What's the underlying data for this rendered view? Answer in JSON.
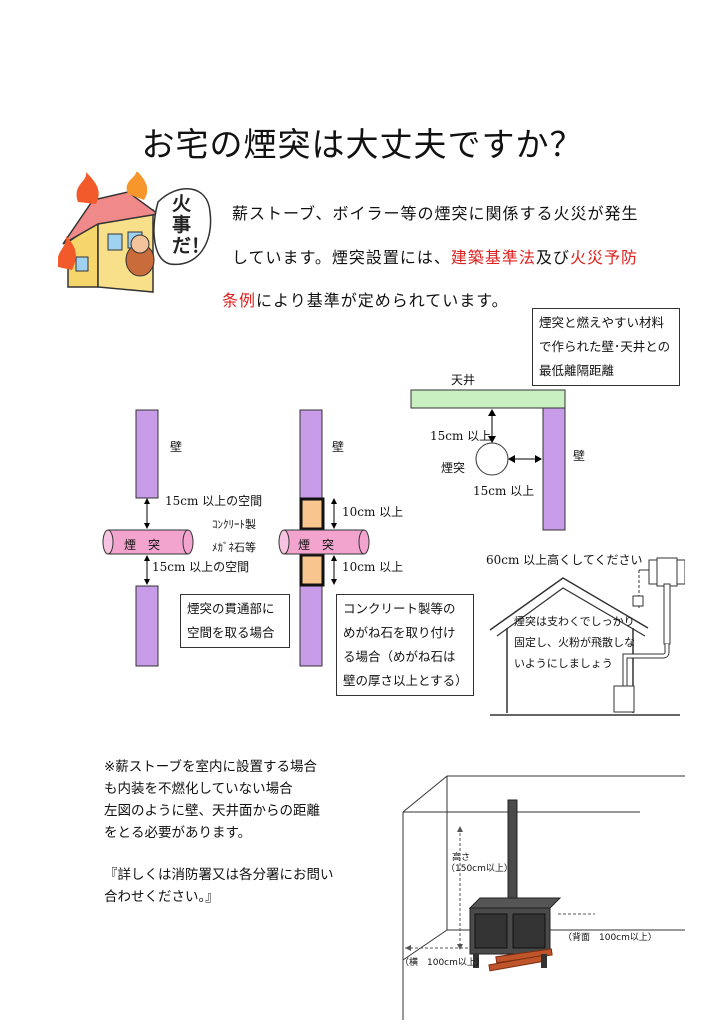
{
  "title": "お宅の煙突は大丈夫ですか？",
  "cartoon": {
    "shout": "火事だ！"
  },
  "intro": {
    "line1": "薪ストーブ、ボイラー等の煙突に関係する火災が発生",
    "line2_a": "しています。煙突設置には、",
    "line2_red1": "建築基準法",
    "line2_b": "及び",
    "line2_red2": "火災予防",
    "line3_red": "条例",
    "line3_b": "により基準が定められています。"
  },
  "ceiling_diagram": {
    "note": "煙突と燃えやすい材料で作られた壁･天井との最低離隔距離",
    "ceiling_label": "天井",
    "wall_label": "壁",
    "chimney_label": "煙突",
    "dist_top": "15cm 以上",
    "dist_side": "15cm 以上"
  },
  "wall_diagram_1": {
    "wall_label": "壁",
    "gap_top": "15cm 以上の空間",
    "gap_bottom": "15cm 以上の空間",
    "chimney_label": "煙　突",
    "caption": "煙突の貫通部に空間を取る場合"
  },
  "wall_diagram_2": {
    "wall_label": "壁",
    "material_label_1": "ｺﾝｸﾘｰﾄ製",
    "material_label_2": "ﾒｶﾞﾈ石等",
    "dist_top": "10cm 以上",
    "dist_bottom": "10cm 以上",
    "chimney_label": "煙　突",
    "caption": "コンクリート製等のめがね石を取り付ける場合（めがね石は壁の厚さ以上とする）"
  },
  "house_diagram": {
    "height_label": "60cm 以上高くしてください",
    "note": "煙突は支わくでしっかり固定し、火粉が飛散しないようにしましょう"
  },
  "stove_note": {
    "line1": "※薪ストーブを室内に設置する場合",
    "line2": "も内装を不燃化していない場合",
    "line3": "左図のように壁、天井面からの距離",
    "line4": "をとる必要があります。",
    "line5": "『詳しくは消防署又は各分署にお問い",
    "line6": "合わせください。』"
  },
  "stove_diagram": {
    "height_label_1": "高さ",
    "height_label_2": "（150cm以上）",
    "back_label": "（背面　100cm以上）",
    "side_label": "（横　100cm以上）"
  },
  "colors": {
    "wall": "#c89be8",
    "chimney": "#f2a4cf",
    "megane": "#f7c58d",
    "ceiling": "#c8f0c0",
    "red_text": "#e0201c"
  }
}
